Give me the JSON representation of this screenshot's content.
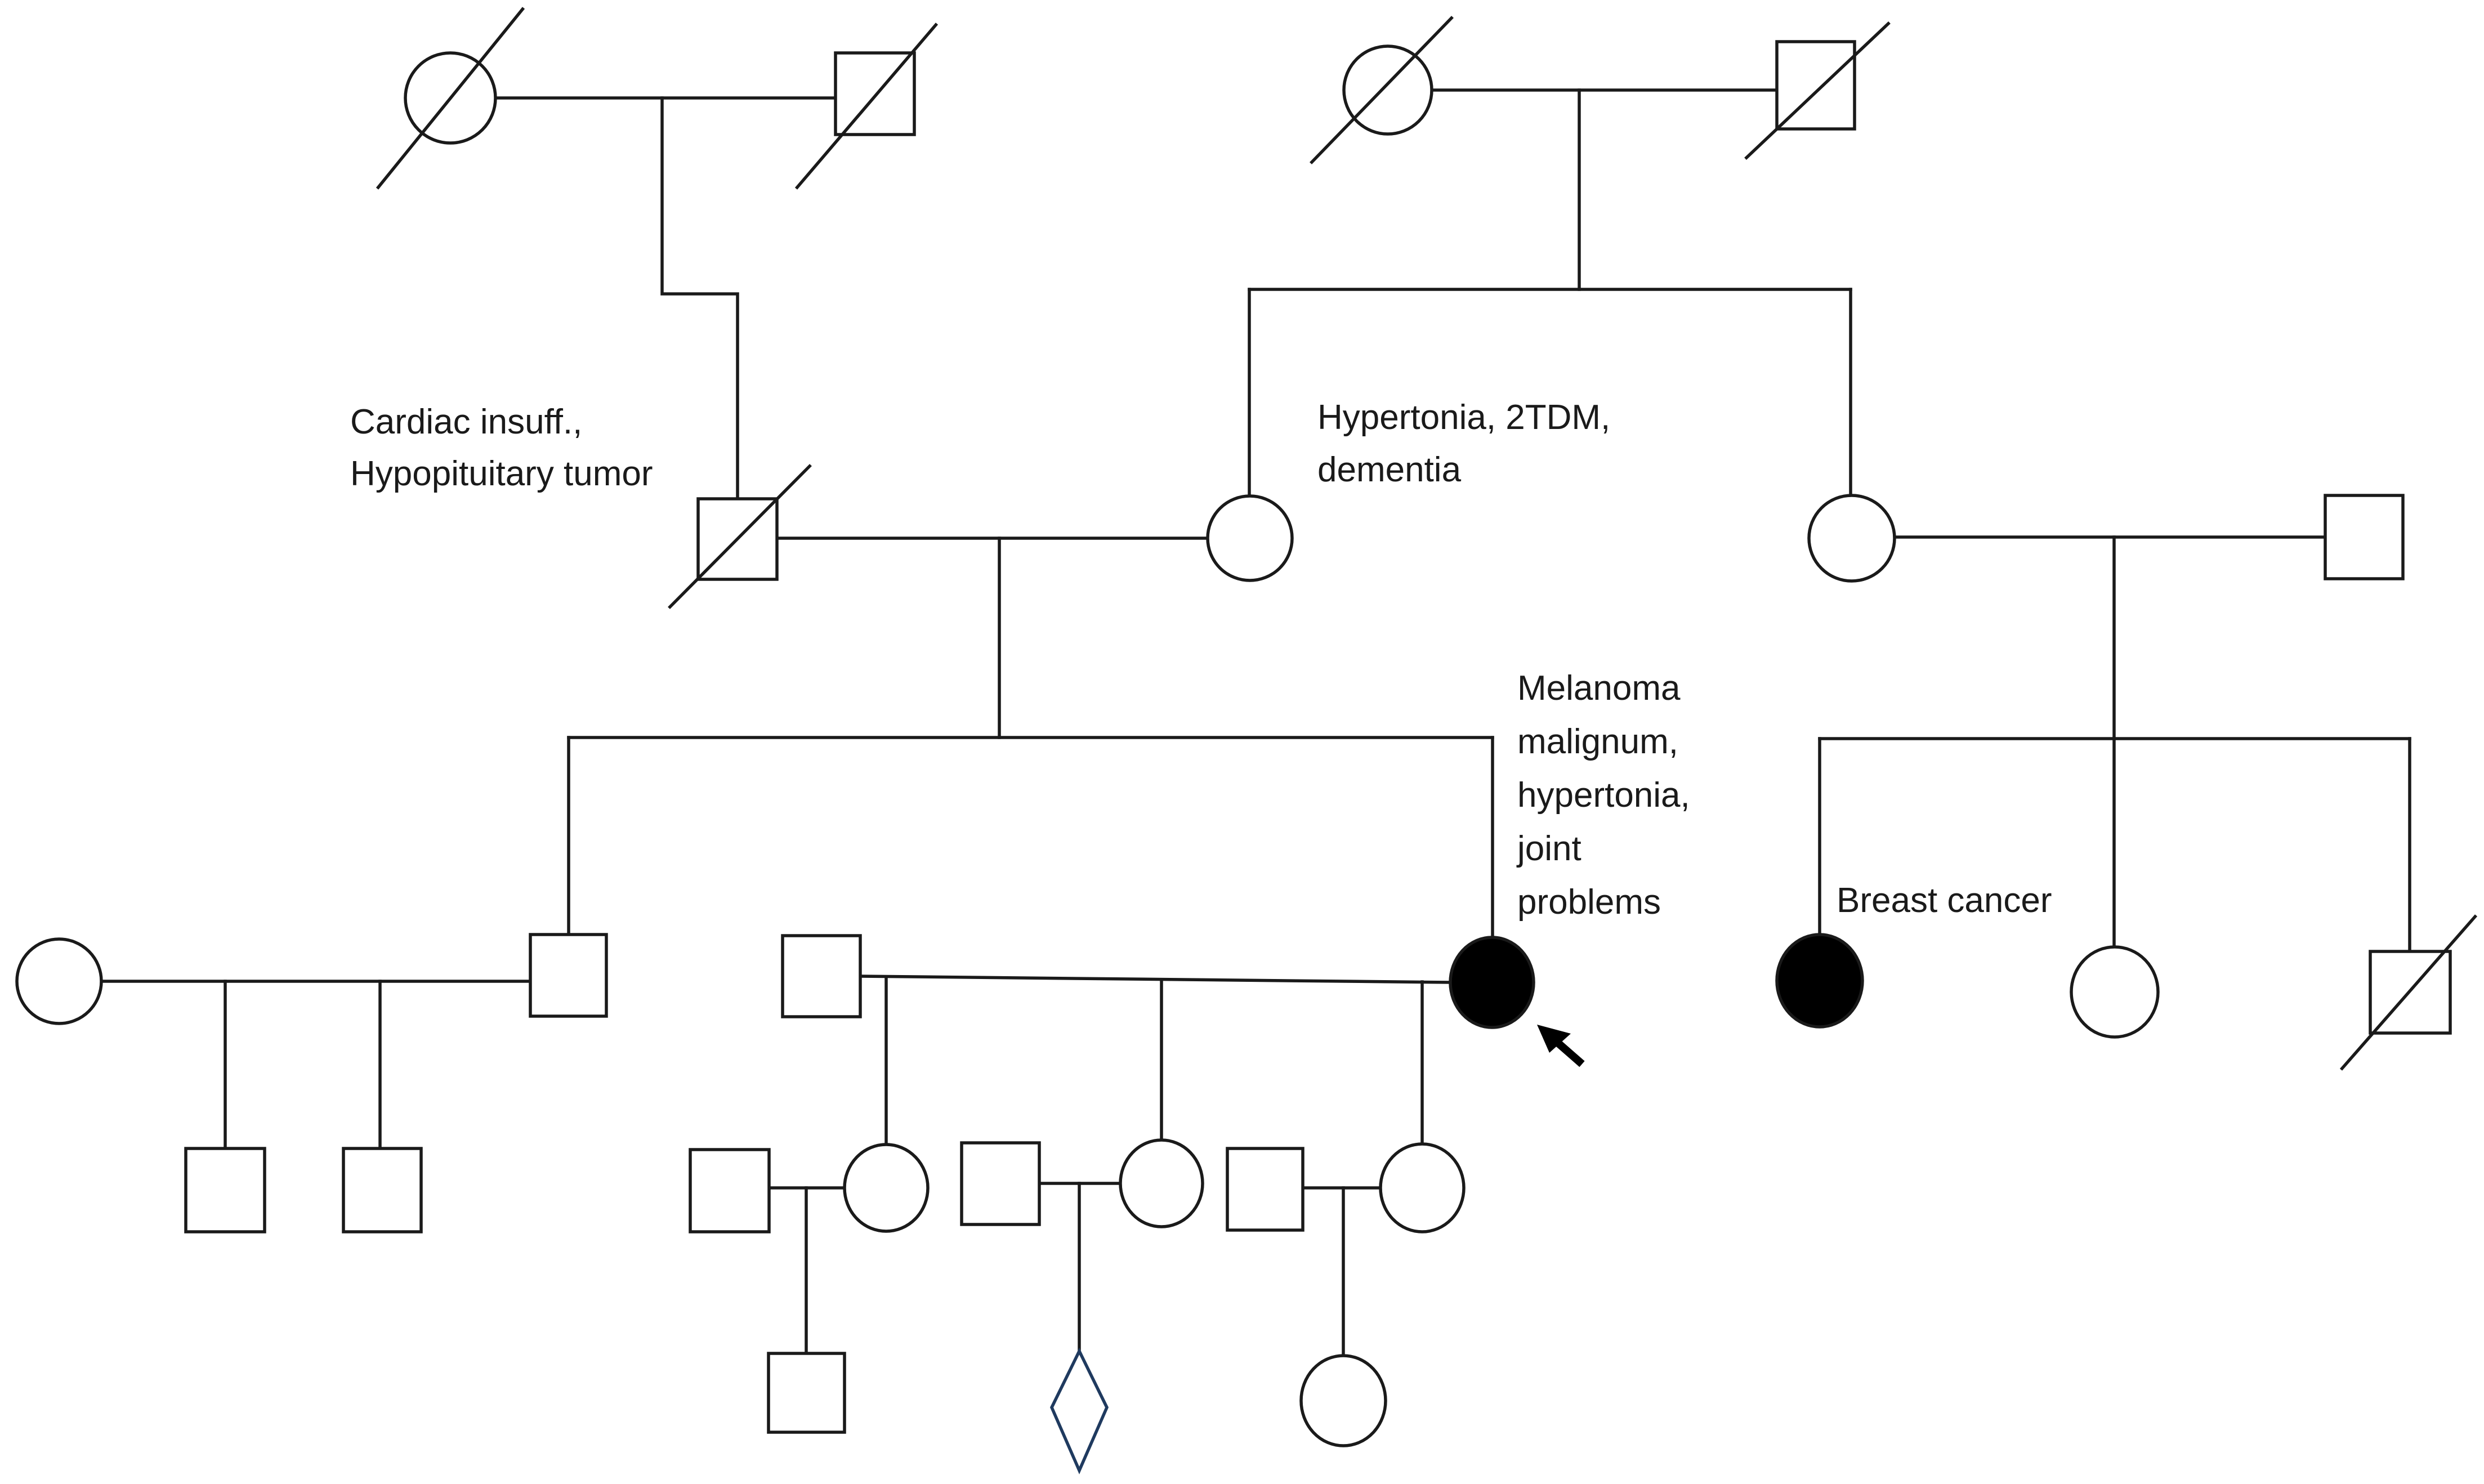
{
  "annotations": {
    "father": [
      "Cardiac insuff.,",
      "Hypopituitary tumor"
    ],
    "mother": [
      "Hypertonia, 2TDM,",
      "dementia"
    ],
    "proband": [
      "Melanoma",
      "malignum,",
      "hypertonia,",
      "joint",
      "problems"
    ],
    "cousin": [
      "Breast cancer"
    ]
  },
  "colors": {
    "line": "#1a1a1a",
    "affected": "#000000",
    "unaffected": "#ffffff",
    "unknown_sex_outline": "#1f3a5f"
  }
}
